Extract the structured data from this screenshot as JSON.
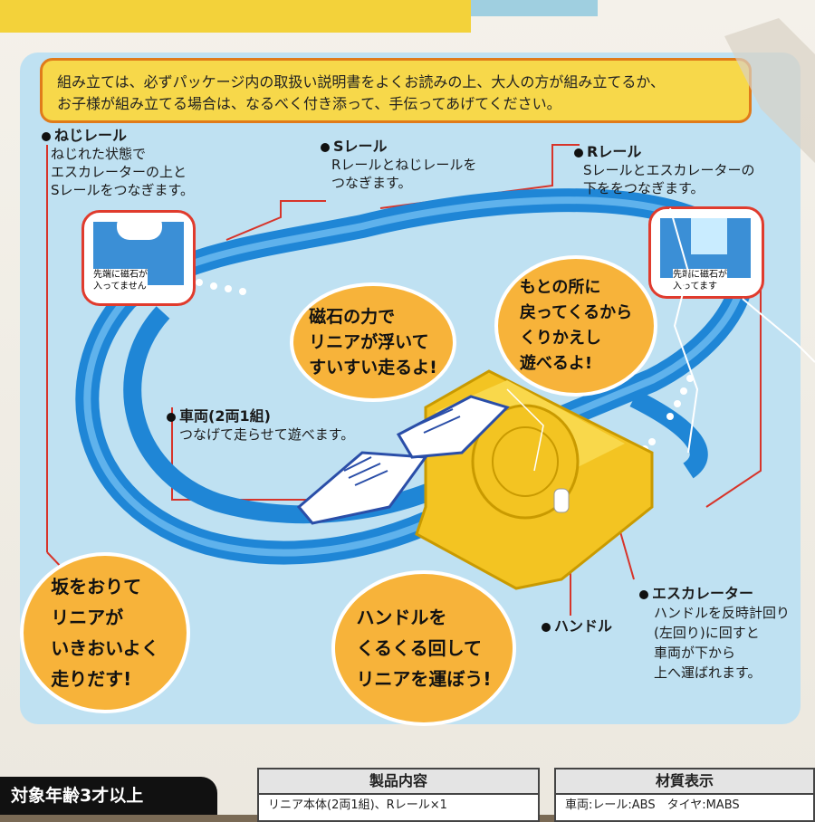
{
  "notice": {
    "line1": "組み立ては、必ずパッケージ内の取扱い説明書をよくお読みの上、大人の方が組み立てるか、",
    "line2": "お子様が組み立てる場合は、なるべく付き添って、手伝ってあげてください。"
  },
  "labels": {
    "neji": {
      "title": "ねじレール",
      "desc": "ねじれた状態で\nエスカレーターの上と\nSレールをつなぎます。"
    },
    "s": {
      "title": "Sレール",
      "desc": "Rレールとねじレールを\nつなぎます。"
    },
    "r": {
      "title": "Rレール",
      "desc": "Sレールとエスカレーターの\n下ををつなぎます。"
    },
    "car": {
      "title": "車両(2両1組)",
      "desc": "つなげて走らせて遊べます。"
    },
    "handle": {
      "title": "ハンドル"
    },
    "escalator": {
      "title": "エスカレーター",
      "desc": "ハンドルを反時計回り\n(左回り)に回すと\n車両が下から\n上へ運ばれます。"
    }
  },
  "insets": {
    "left": "先端に磁石が\n入ってません",
    "right": "先端に磁石が\n入ってます"
  },
  "bubbles": {
    "magnet": "磁石の力で\nリニアが浮いて\nすいすい走るよ!",
    "return": "もとの所に\n戻ってくるから\nくりかえし\n遊べるよ!",
    "slope": "坂をおりて\nリニアが\nいきおいよく\n走りだす!",
    "handle": "ハンドルを\nくるくる回して\nリニアを運ぼう!"
  },
  "footer": {
    "age": "対象年齢3才以上",
    "contents_header": "製品内容",
    "contents_row": "リニア本体(2両1組)、Rレール×1",
    "material_header": "材質表示",
    "material_row": "車両:レール:ABS　タイヤ:MABS"
  },
  "colors": {
    "panel": "#bfe1f2",
    "track": "#1f86d6",
    "yellow": "#f3c422",
    "bubble": "#f5b53a",
    "leader": "#d7342a"
  }
}
